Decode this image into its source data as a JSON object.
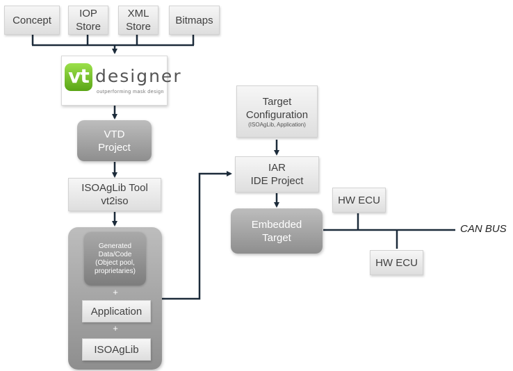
{
  "inputs": {
    "concept": "Concept",
    "iop_store": [
      "IOP",
      "Store"
    ],
    "xml_store": [
      "XML",
      "Store"
    ],
    "bitmaps": "Bitmaps"
  },
  "logo": {
    "mark": "vt",
    "word": "designer",
    "tagline": "outperforming mask design"
  },
  "vtd_project": [
    "VTD",
    "Project"
  ],
  "isoaglib_tool": [
    "ISOAgLib Tool",
    "vt2iso"
  ],
  "bundle": {
    "generated": [
      "Generated",
      "Data/Code",
      "(Object pool,",
      "proprietaries)"
    ],
    "plus": "+",
    "application": "Application",
    "isoaglib": "ISOAgLib"
  },
  "target_config": {
    "title": [
      "Target",
      "Configuration"
    ],
    "subtitle": "(ISOAgLib, Application)"
  },
  "iar_project": [
    "IAR",
    "IDE Project"
  ],
  "embedded_target": [
    "Embedded",
    "Target"
  ],
  "hw_ecu_top": "HW ECU",
  "hw_ecu_bottom": "HW ECU",
  "can_bus": "CAN BUS",
  "colors": {
    "line": "#1c2b3a",
    "logo_green": "#7cc531",
    "dark_box": "#a6a6a6"
  }
}
